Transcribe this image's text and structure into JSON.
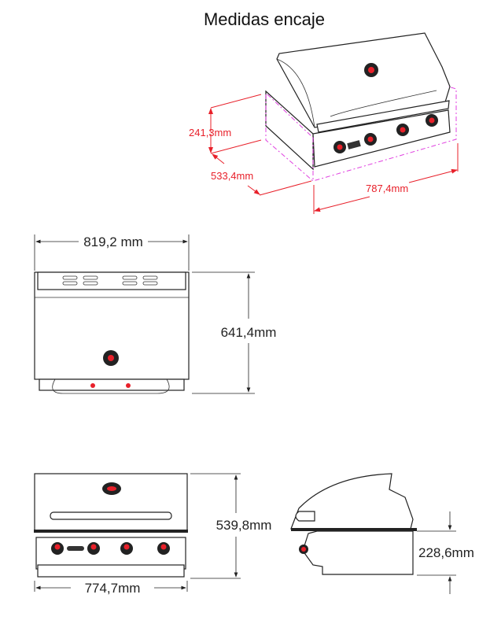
{
  "title": "Medidas encaje",
  "isometric": {
    "height_label": "241,3mm",
    "depth_label": "533,4mm",
    "width_label": "787,4mm"
  },
  "top_view": {
    "width_label": "819,2 mm",
    "depth_label": "641,4mm"
  },
  "front_view": {
    "height_label": "539,8mm",
    "width_label": "774,7mm"
  },
  "side_view": {
    "height_label": "228,6mm"
  },
  "colors": {
    "dimension": "#e8202a",
    "cutout": "#e040e0",
    "outline": "#222222"
  }
}
